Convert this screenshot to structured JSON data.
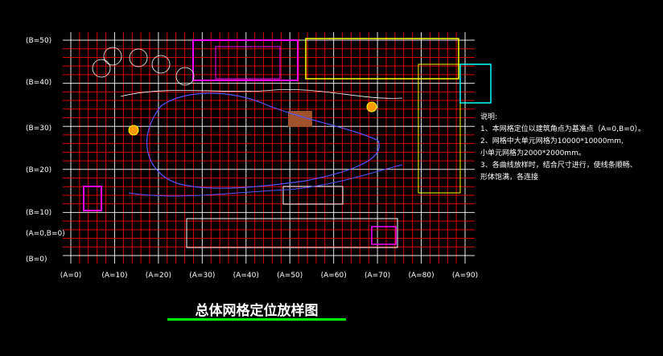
{
  "drawing": {
    "title": "总体网格定位放样图",
    "y_axis_labels": [
      "(B=50)",
      "(B=40)",
      "(B=30)",
      "(B=20)",
      "(B=10)",
      "(A=0,B=0)",
      "(B=0)"
    ],
    "x_axis_labels": [
      "(A=0)",
      "(A=10)",
      "(A=20)",
      "(A=30)",
      "(A=40)",
      "(A=50)",
      "(A=60)",
      "(A=70)",
      "(A=80)",
      "(A=90)"
    ],
    "notes": {
      "heading": "说明:",
      "lines": [
        "1、本网格定位以建筑角点为基准点（A=0,B=0）。",
        "2、网格中大单元网格为10000*10000mm,",
        "   小单元网格为2000*2000mm。",
        "3、各曲线放样时，结合尺寸进行，使线条顺畅、",
        "   形体饱满，各连接"
      ]
    }
  },
  "colors": {
    "background": "#000000",
    "grid": "#ff0000",
    "major_grid": "#ffffff",
    "accent_magenta": "#ff00ff",
    "accent_yellow": "#ffff00",
    "accent_cyan": "#00ffff",
    "title_underline": "#00ff00"
  }
}
